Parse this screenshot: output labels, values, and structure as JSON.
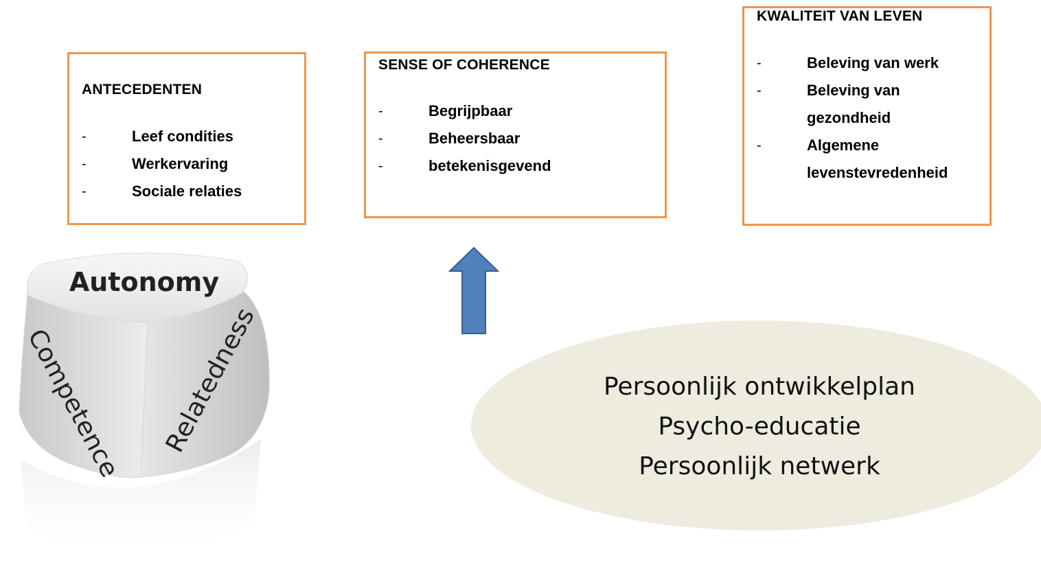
{
  "antecedenten": {
    "title": "ANTECEDENTEN",
    "items": [
      "Leef condities",
      "Werkervaring",
      "Sociale relaties"
    ]
  },
  "sense_of_coherence": {
    "title": "SENSE OF COHERENCE",
    "items": [
      "Begrijpbaar",
      "Beheersbaar",
      "betekenisgevend"
    ]
  },
  "kwaliteit_van_leven": {
    "title": "KWALITEIT VAN LEVEN",
    "items": [
      "Beleving van werk",
      "Beleving van gezondheid",
      "Algemene levenstevredenheid"
    ]
  },
  "bullet": "-",
  "interventions": [
    "Persoonlijk ontwikkelplan",
    "Psycho-educatie",
    "Persoonlijk netwerk"
  ],
  "die": {
    "top_label": "Autonomy",
    "left_label": "Competence",
    "right_label": "Relatedness"
  },
  "colors": {
    "box_border": "#f0954b",
    "arrow_fill": "#4f81bd",
    "arrow_stroke": "#385d8a",
    "ellipse_fill": "#eeecde"
  }
}
